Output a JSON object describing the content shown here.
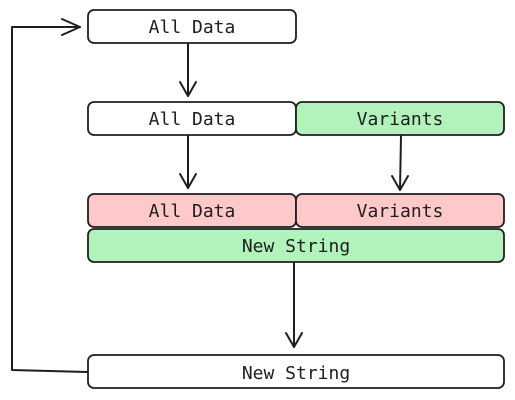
{
  "colors": {
    "white": "#ffffff",
    "green": "#b2f2bb",
    "red": "#ffc9c9",
    "stroke": "#1e1e1e"
  },
  "boxes": [
    {
      "label": "All Data",
      "fill": "white"
    },
    {
      "label": "All Data",
      "fill": "white"
    },
    {
      "label": "Variants",
      "fill": "green"
    },
    {
      "label": "All Data",
      "fill": "red"
    },
    {
      "label": "Variants",
      "fill": "red"
    },
    {
      "label": "New String",
      "fill": "green"
    },
    {
      "label": "New String",
      "fill": "white"
    }
  ]
}
